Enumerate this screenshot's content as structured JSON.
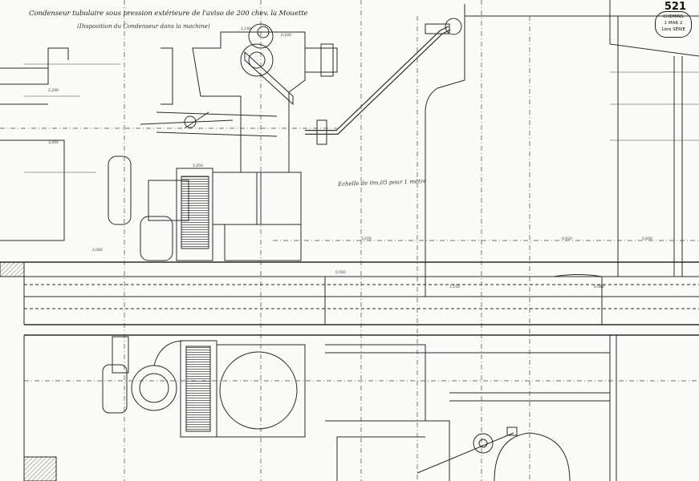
{
  "title": "Condenseur tubulaire sous pression extérieure de l'aviso de 200 chev. la Mouette",
  "subtitle": "(Disposition du Condenseur dans la machine)",
  "plate_number": "521",
  "stamp": {
    "line1": "CHEMINS",
    "line2": "1 MAR 2",
    "line3": "1ère SÉRIE"
  },
  "scale_note": "Echelle de 0m,05 pour 1 mètre",
  "dims": [
    "2,290",
    "3,060",
    "2,080",
    "3,070",
    "0,920",
    "0,600",
    "1,140",
    "0,160",
    "1,050",
    "0,560",
    "1,150",
    "0,080"
  ],
  "colors": {
    "ink": "#2a2a2a",
    "paper": "#fbfbf9",
    "hatch": "#555555"
  }
}
